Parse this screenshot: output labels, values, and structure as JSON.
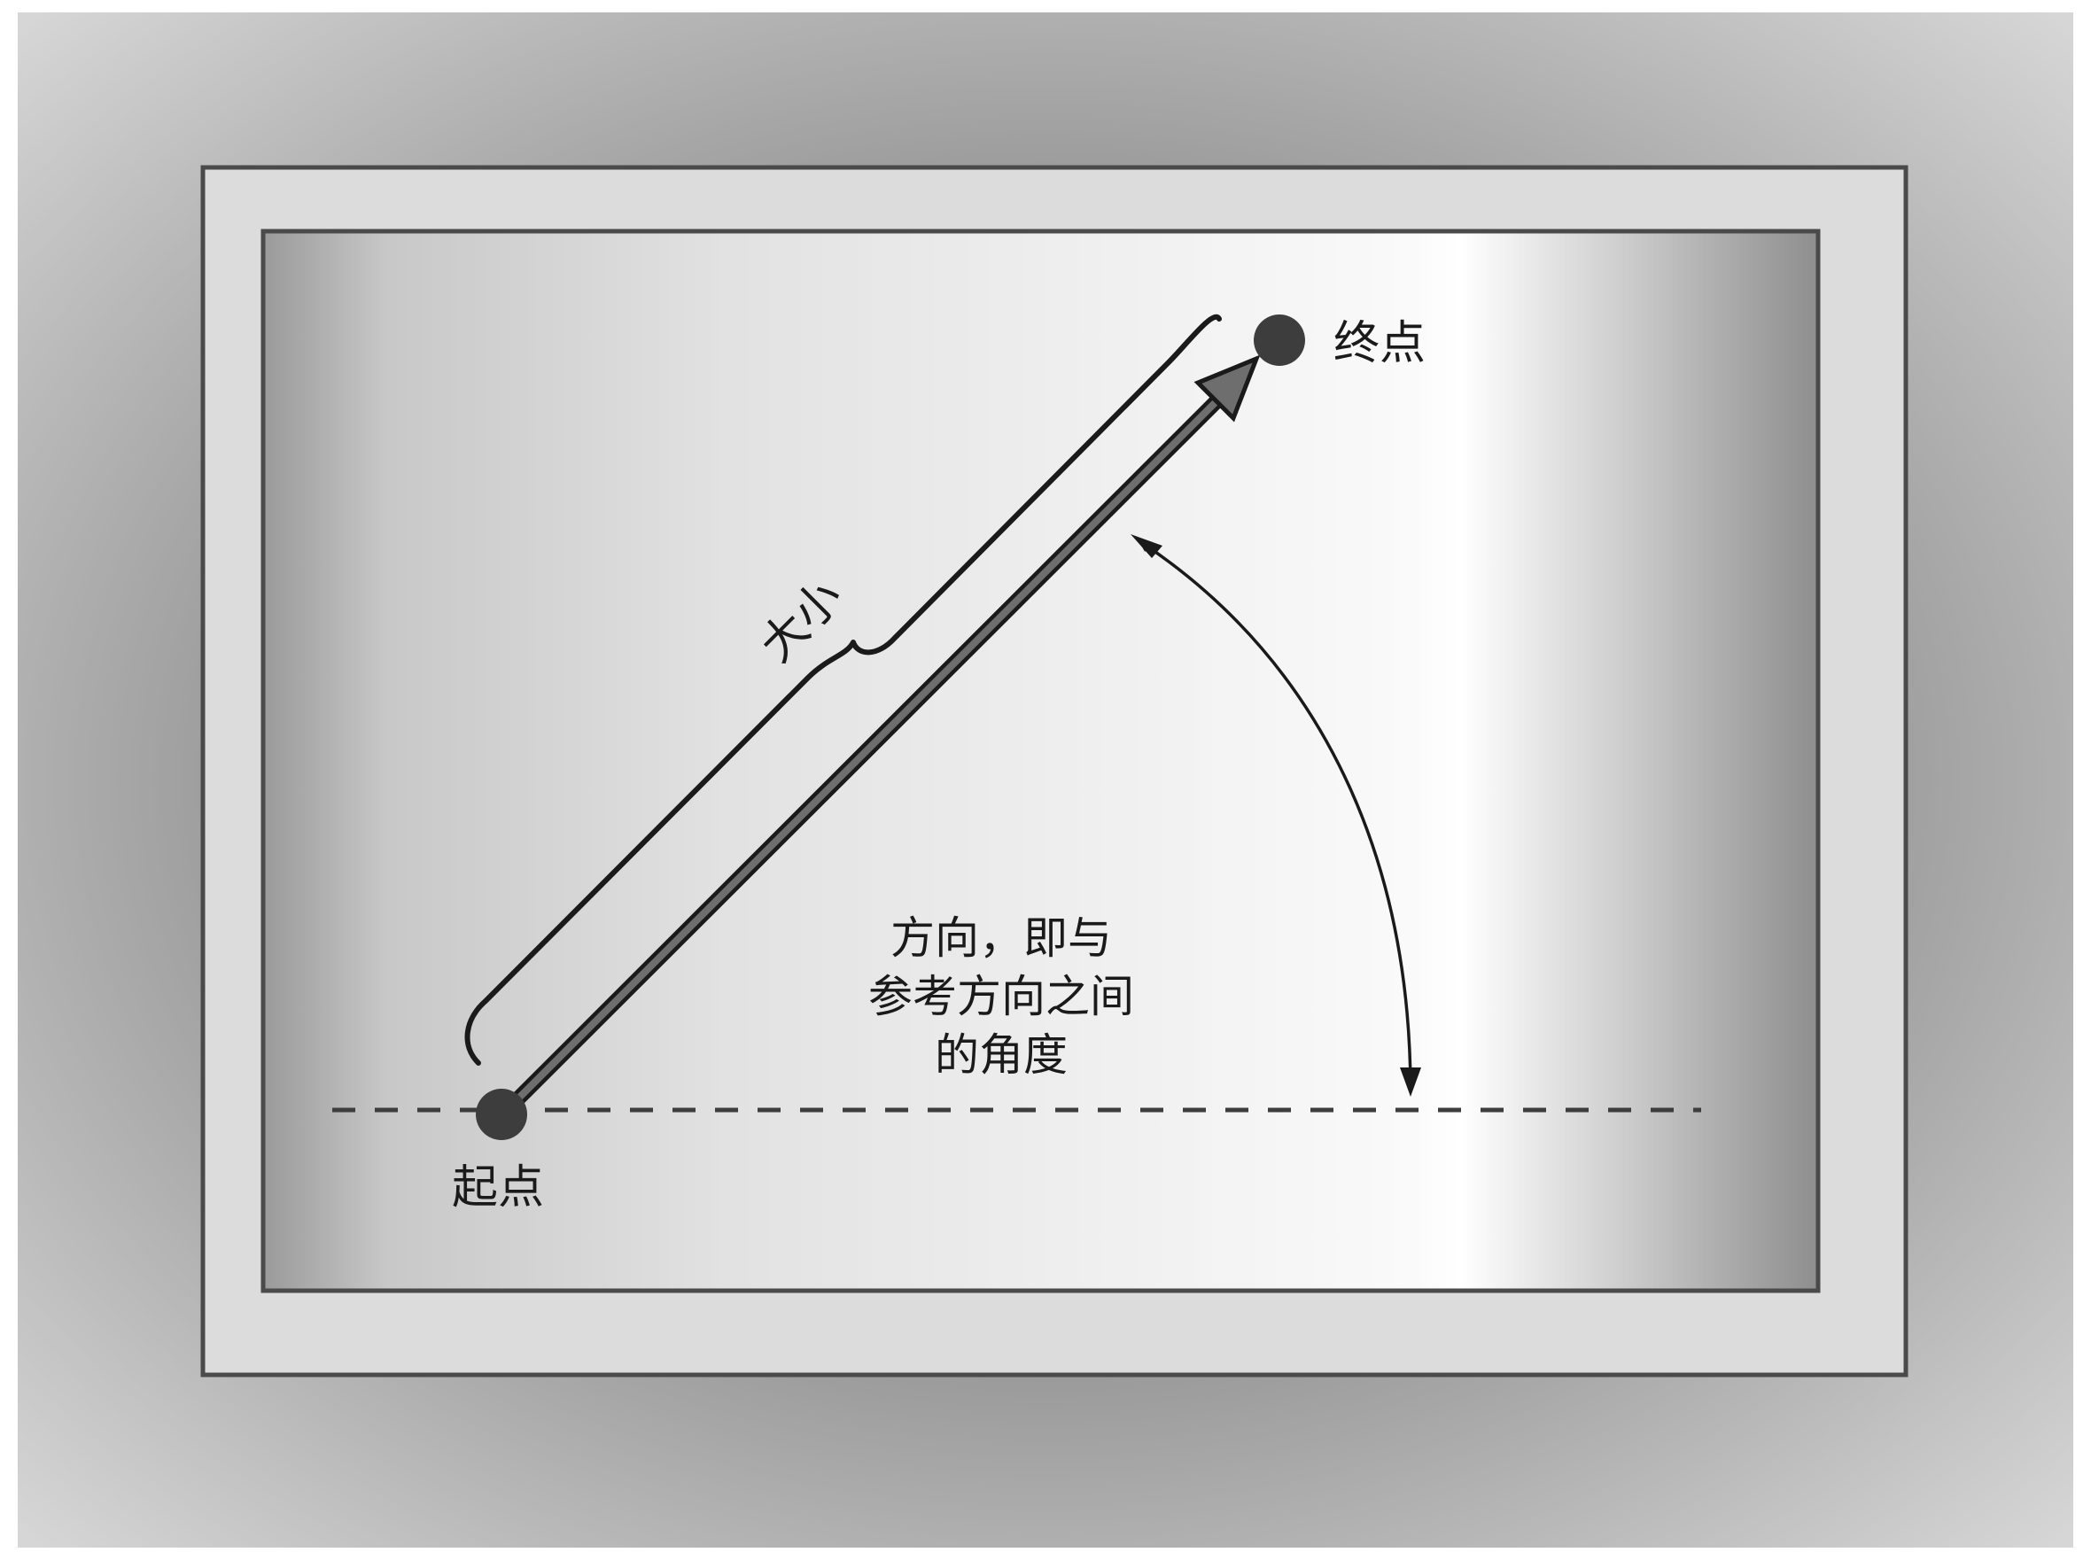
{
  "diagram": {
    "start_label": "起点",
    "end_label": "终点",
    "magnitude_label": "大小",
    "direction_label_lines": [
      "方向，即与",
      "参考方向之间",
      "的角度"
    ]
  },
  "colors": {
    "outer_shadow": "#9c9c9c",
    "frame": "#dcdcdc",
    "border": "#4a4a4a",
    "point": "#3d3d3d",
    "vector": "#6e6e6e",
    "line": "#1a1a1a"
  },
  "icons": {
    "start_point": "filled-circle",
    "end_point": "filled-circle",
    "vector_arrow": "arrow",
    "angle_arc": "double-headed-curved-arrow",
    "magnitude_brace": "curly-brace",
    "reference_line": "dashed-line"
  }
}
